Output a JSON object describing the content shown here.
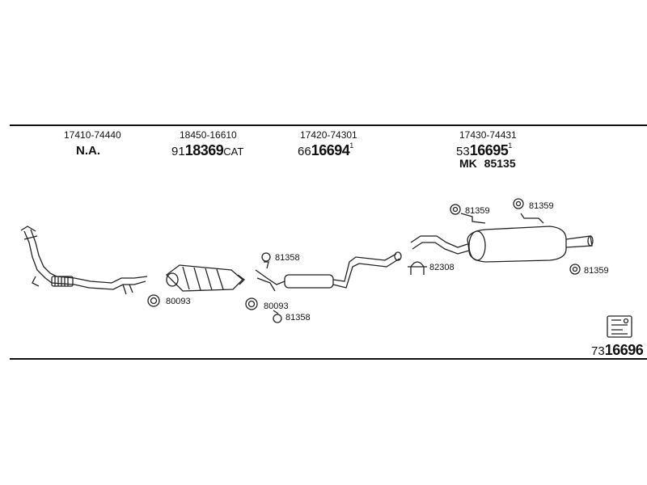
{
  "sections": [
    {
      "oem": "17410-74440",
      "note": "N.A."
    },
    {
      "oem": "18450-16610",
      "prefix": "91",
      "number": "18369",
      "suffix": "CAT"
    },
    {
      "oem": "17420-74301",
      "prefix": "66",
      "number": "16694",
      "mark": "1"
    },
    {
      "oem": "17430-74431",
      "prefix": "53",
      "number": "16695",
      "mark": "1",
      "kit_label": "MK",
      "kit_number": "85135"
    }
  ],
  "parts": {
    "gasket_a": "80093",
    "gasket_b": "80093",
    "hanger_a": "81358",
    "hanger_b": "81358",
    "clamp": "82308",
    "rubber_a": "81359",
    "rubber_b": "81359",
    "rubber_c": "81359"
  },
  "footer": {
    "prefix": "73",
    "number": "16696"
  }
}
